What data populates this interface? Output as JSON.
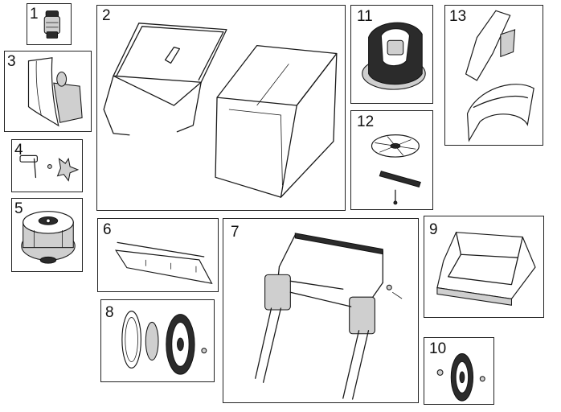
{
  "parts": [
    {
      "number": "1",
      "icon": "battery-adapter-icon"
    },
    {
      "number": "2",
      "icon": "grass-bag-icon"
    },
    {
      "number": "3",
      "icon": "mulch-plug-icon"
    },
    {
      "number": "4",
      "icon": "knob-bolt-icon"
    },
    {
      "number": "5",
      "icon": "motor-icon"
    },
    {
      "number": "6",
      "icon": "handle-assembly-icon"
    },
    {
      "number": "7",
      "icon": "rear-flap-icon"
    },
    {
      "number": "8",
      "icon": "rear-wheel-icon"
    },
    {
      "number": "9",
      "icon": "rear-deflector-icon"
    },
    {
      "number": "10",
      "icon": "front-wheel-icon"
    },
    {
      "number": "11",
      "icon": "battery-pack-icon"
    },
    {
      "number": "12",
      "icon": "fan-blade-icon"
    },
    {
      "number": "13",
      "icon": "battery-cover-icon"
    }
  ]
}
